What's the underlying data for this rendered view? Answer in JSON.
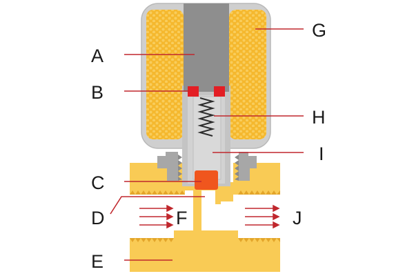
{
  "labels": {
    "a": "A",
    "b": "B",
    "c": "C",
    "d": "D",
    "e": "E",
    "f": "F",
    "g": "G",
    "h": "H",
    "i": "I",
    "j": "J"
  },
  "colors": {
    "coil": "#F5B82E",
    "coil_shade": "#E8A218",
    "housing": "#CFCFCF",
    "housing_edge": "#A9A9A9",
    "core": "#8E8E8E",
    "plunger": "#D2D2D2",
    "tube": "#BDBDBD",
    "seal_ring": "#E31E24",
    "seal_disc": "#F0561E",
    "body": "#F9CB55",
    "leader": "#C0272D",
    "flow_arrow": "#C0272D",
    "text": "#1a1a1a"
  }
}
